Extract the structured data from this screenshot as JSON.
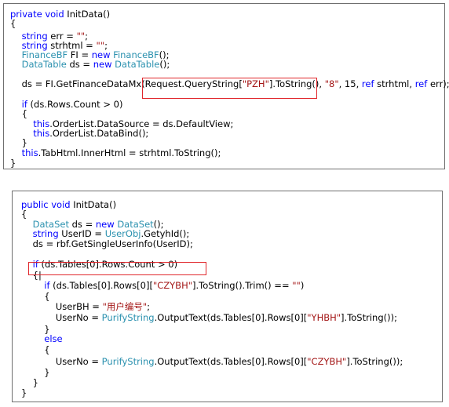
{
  "snippets": [
    {
      "lines": [
        [
          {
            "t": "private void",
            "c": "kw"
          },
          {
            "t": " InitData()",
            "c": ""
          }
        ],
        [
          {
            "t": "{",
            "c": ""
          }
        ],
        [
          {
            "t": "    string",
            "c": "kw"
          },
          {
            "t": " err = ",
            "c": ""
          },
          {
            "t": "\"\"",
            "c": "st"
          },
          {
            "t": ";",
            "c": ""
          }
        ],
        [
          {
            "t": "    string",
            "c": "kw"
          },
          {
            "t": " strhtml = ",
            "c": ""
          },
          {
            "t": "\"\"",
            "c": "st"
          },
          {
            "t": ";",
            "c": ""
          }
        ],
        [
          {
            "t": "    FinanceBF",
            "c": "ty"
          },
          {
            "t": " FI = ",
            "c": ""
          },
          {
            "t": "new",
            "c": "kw"
          },
          {
            "t": " ",
            "c": ""
          },
          {
            "t": "FinanceBF",
            "c": "ty"
          },
          {
            "t": "();",
            "c": ""
          }
        ],
        [
          {
            "t": "    DataTable",
            "c": "ty"
          },
          {
            "t": " ds = ",
            "c": ""
          },
          {
            "t": "new",
            "c": "kw"
          },
          {
            "t": " ",
            "c": ""
          },
          {
            "t": "DataTable",
            "c": "ty"
          },
          {
            "t": "();",
            "c": ""
          }
        ],
        [],
        [
          {
            "t": "    ds = FI.GetFinanceDataMx(Request.QueryString[",
            "c": ""
          },
          {
            "t": "\"PZH\"",
            "c": "st"
          },
          {
            "t": "].ToString(), ",
            "c": ""
          },
          {
            "t": "\"8\"",
            "c": "st"
          },
          {
            "t": ", 15, ",
            "c": ""
          },
          {
            "t": "ref",
            "c": "kw"
          },
          {
            "t": " strhtml, ",
            "c": ""
          },
          {
            "t": "ref",
            "c": "kw"
          },
          {
            "t": " err);",
            "c": ""
          }
        ],
        [],
        [
          {
            "t": "    if",
            "c": "kw"
          },
          {
            "t": " (ds.Rows.Count > 0)",
            "c": ""
          }
        ],
        [
          {
            "t": "    {",
            "c": ""
          }
        ],
        [
          {
            "t": "        this",
            "c": "kw"
          },
          {
            "t": ".OrderList.DataSource = ds.DefaultView;",
            "c": ""
          }
        ],
        [
          {
            "t": "        this",
            "c": "kw"
          },
          {
            "t": ".OrderList.DataBind();",
            "c": ""
          }
        ],
        [
          {
            "t": "    }",
            "c": ""
          }
        ],
        [
          {
            "t": "    this",
            "c": "kw"
          },
          {
            "t": ".TabHtml.InnerHtml = strhtml.ToString();",
            "c": ""
          }
        ],
        [
          {
            "t": "}",
            "c": ""
          }
        ]
      ]
    },
    {
      "lines": [
        [
          {
            "t": "public void",
            "c": "kw"
          },
          {
            "t": " InitData()",
            "c": ""
          }
        ],
        [
          {
            "t": "{",
            "c": ""
          }
        ],
        [
          {
            "t": "    DataSet",
            "c": "ty"
          },
          {
            "t": " ds = ",
            "c": ""
          },
          {
            "t": "new",
            "c": "kw"
          },
          {
            "t": " ",
            "c": ""
          },
          {
            "t": "DataSet",
            "c": "ty"
          },
          {
            "t": "();",
            "c": ""
          }
        ],
        [
          {
            "t": "    string",
            "c": "kw"
          },
          {
            "t": " UserID = ",
            "c": ""
          },
          {
            "t": "UserObj",
            "c": "ty"
          },
          {
            "t": ".GetyhId();",
            "c": ""
          }
        ],
        [
          {
            "t": "    ds = rbf.GetSingleUserInfo(UserID);",
            "c": ""
          }
        ],
        [],
        [
          {
            "t": "    if",
            "c": "kw"
          },
          {
            "t": " (ds.Tables[0].Rows.Count > 0)",
            "c": ""
          }
        ],
        [
          {
            "t": "    {|",
            "c": ""
          }
        ],
        [
          {
            "t": "        if",
            "c": "kw"
          },
          {
            "t": " (ds.Tables[0].Rows[0][",
            "c": ""
          },
          {
            "t": "\"CZYBH\"",
            "c": "st"
          },
          {
            "t": "].ToString().Trim() == ",
            "c": ""
          },
          {
            "t": "\"\"",
            "c": "st"
          },
          {
            "t": ")",
            "c": ""
          }
        ],
        [
          {
            "t": "        {",
            "c": ""
          }
        ],
        [
          {
            "t": "            UserBH = ",
            "c": ""
          },
          {
            "t": "\"用户编号\"",
            "c": "st"
          },
          {
            "t": ";",
            "c": ""
          }
        ],
        [
          {
            "t": "            UserNo = ",
            "c": ""
          },
          {
            "t": "PurifyString",
            "c": "ty"
          },
          {
            "t": ".OutputText(ds.Tables[0].Rows[0][",
            "c": ""
          },
          {
            "t": "\"YHBH\"",
            "c": "st"
          },
          {
            "t": "].ToString());",
            "c": ""
          }
        ],
        [
          {
            "t": "        }",
            "c": ""
          }
        ],
        [
          {
            "t": "        else",
            "c": "kw"
          }
        ],
        [
          {
            "t": "        {",
            "c": ""
          }
        ],
        [
          {
            "t": "            UserNo = ",
            "c": ""
          },
          {
            "t": "PurifyString",
            "c": "ty"
          },
          {
            "t": ".OutputText(ds.Tables[0].Rows[0][",
            "c": ""
          },
          {
            "t": "\"CZYBH\"",
            "c": "st"
          },
          {
            "t": "].ToString());",
            "c": ""
          }
        ],
        [
          {
            "t": "        }",
            "c": ""
          }
        ],
        [
          {
            "t": "    }",
            "c": ""
          }
        ],
        [
          {
            "t": "}",
            "c": ""
          }
        ]
      ]
    }
  ],
  "colors": {
    "keyword": "#0000ff",
    "type": "#2b91af",
    "string": "#a31515",
    "highlight_box": "#e0262b",
    "border": "#6f6f6f"
  }
}
